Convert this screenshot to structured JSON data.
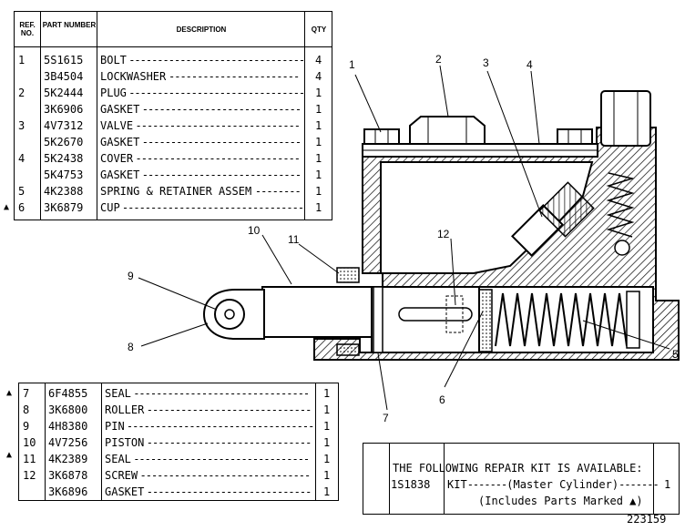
{
  "upper_table": {
    "headers": {
      "ref": "REF. NO.",
      "part": "PART NUMBER",
      "desc": "DESCRIPTION",
      "qty": "QTY"
    },
    "rows": [
      {
        "ref": "1",
        "part": "5S1615",
        "desc": "BOLT",
        "qty": "4"
      },
      {
        "ref": "",
        "part": "3B4504",
        "desc": "LOCKWASHER",
        "qty": "4"
      },
      {
        "ref": "2",
        "part": "5K2444",
        "desc": "PLUG",
        "qty": "1"
      },
      {
        "ref": "",
        "part": "3K6906",
        "desc": "GASKET",
        "qty": "1"
      },
      {
        "ref": "3",
        "part": "4V7312",
        "desc": "VALVE",
        "qty": "1"
      },
      {
        "ref": "",
        "part": "5K2670",
        "desc": "GASKET",
        "qty": "1"
      },
      {
        "ref": "4",
        "part": "5K2438",
        "desc": "COVER",
        "qty": "1"
      },
      {
        "ref": "",
        "part": "5K4753",
        "desc": "GASKET",
        "qty": "1"
      },
      {
        "ref": "5",
        "part": "4K2388",
        "desc": "SPRING & RETAINER ASSEM",
        "qty": "1"
      },
      {
        "ref": "6",
        "part": "3K6879",
        "desc": "CUP",
        "qty": "1"
      }
    ]
  },
  "lower_table": {
    "rows": [
      {
        "ref": "7",
        "part": "6F4855",
        "desc": "SEAL",
        "qty": "1"
      },
      {
        "ref": "8",
        "part": "3K6800",
        "desc": "ROLLER",
        "qty": "1"
      },
      {
        "ref": "9",
        "part": "4H8380",
        "desc": "PIN",
        "qty": "1"
      },
      {
        "ref": "10",
        "part": "4V7256",
        "desc": "PISTON",
        "qty": "1"
      },
      {
        "ref": "11",
        "part": "4K2389",
        "desc": "SEAL",
        "qty": "1"
      },
      {
        "ref": "12",
        "part": "3K6878",
        "desc": "SCREW",
        "qty": "1"
      },
      {
        "ref": "",
        "part": "3K6896",
        "desc": "GASKET",
        "qty": "1"
      }
    ]
  },
  "kit_box": {
    "line1": "THE FOLLOWING REPAIR KIT IS AVAILABLE:",
    "part": "1S1838",
    "desc": "KIT",
    "note": "(Master Cylinder)",
    "qty": "1",
    "line3": "(Includes Parts Marked ▲)"
  },
  "callouts": [
    "1",
    "2",
    "3",
    "4",
    "5",
    "6",
    "7",
    "8",
    "9",
    "10",
    "11",
    "12"
  ],
  "figure_number": "223159",
  "marker_symbol": "▲"
}
